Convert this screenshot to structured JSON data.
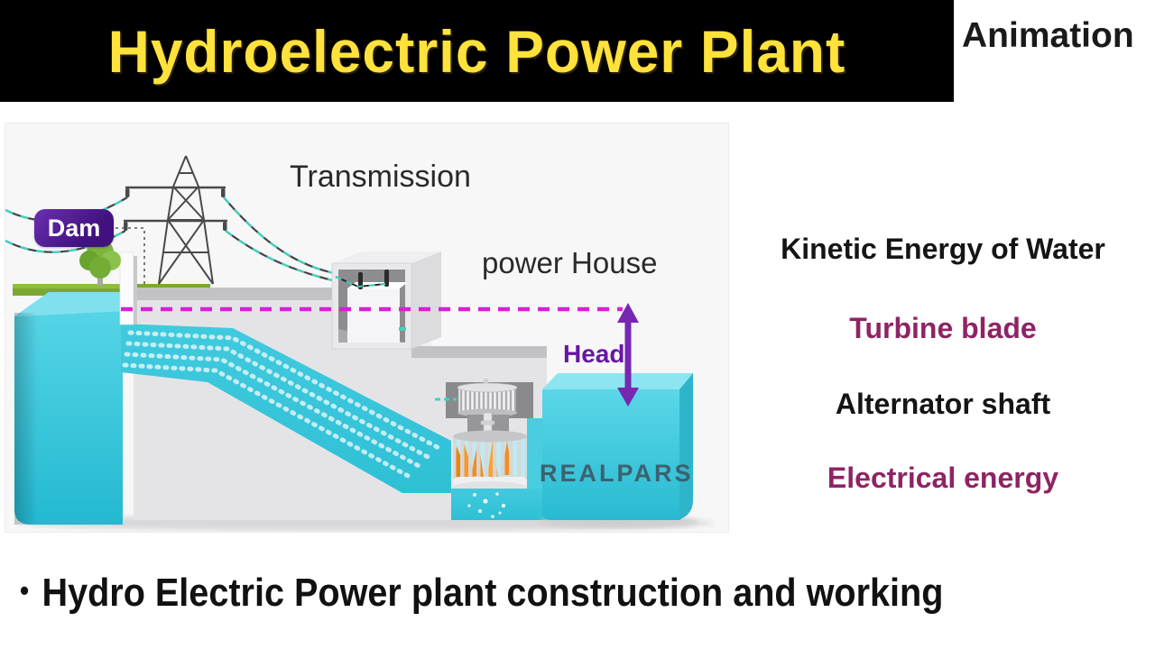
{
  "banner": {
    "title": "Hydroelectric Power Plant",
    "tag": "Animation",
    "bg_color": "#000000",
    "title_color": "#FFE23C",
    "tag_color": "#1A1A1A"
  },
  "diagram": {
    "labels": {
      "transmission": "Transmission",
      "power_house": "power House",
      "dam": "Dam",
      "head": "Head",
      "watermark": "REALPARS"
    },
    "colors": {
      "water": "#2EC1D8",
      "water_top": "#7FE1ED",
      "concrete": "#E4E4E6",
      "concrete_top": "#C2C2C4",
      "grass": "#7CA733",
      "tree": "#7CB53E",
      "dam_badge_purple": "#4A1585",
      "head_purple": "#6717A3",
      "arrow_purple": "#7727B0",
      "water_level_magenta": "#D81FD8",
      "wire_teal": "#3BD4BF",
      "wire_dark": "#454547",
      "turbine_orange": "#F59A2A",
      "watermark_color": "#3D5A66"
    },
    "components": [
      "reservoir",
      "dam-wall",
      "tree",
      "transmission-tower",
      "power-lines",
      "transformer-house",
      "water-level-line",
      "head-arrow",
      "penstock-channel",
      "generator",
      "turbine",
      "draft-tube",
      "tailwater"
    ]
  },
  "energy_list": {
    "items": [
      {
        "label": "Kinetic Energy of Water",
        "color": "#151515"
      },
      {
        "label": "Turbine blade",
        "color": "#8E2464"
      },
      {
        "label": "Alternator shaft",
        "color": "#151515"
      },
      {
        "label": "Electrical energy",
        "color": "#8E2464"
      }
    ]
  },
  "caption": {
    "bullet": "•",
    "text": "Hydro Electric Power plant construction and working"
  }
}
